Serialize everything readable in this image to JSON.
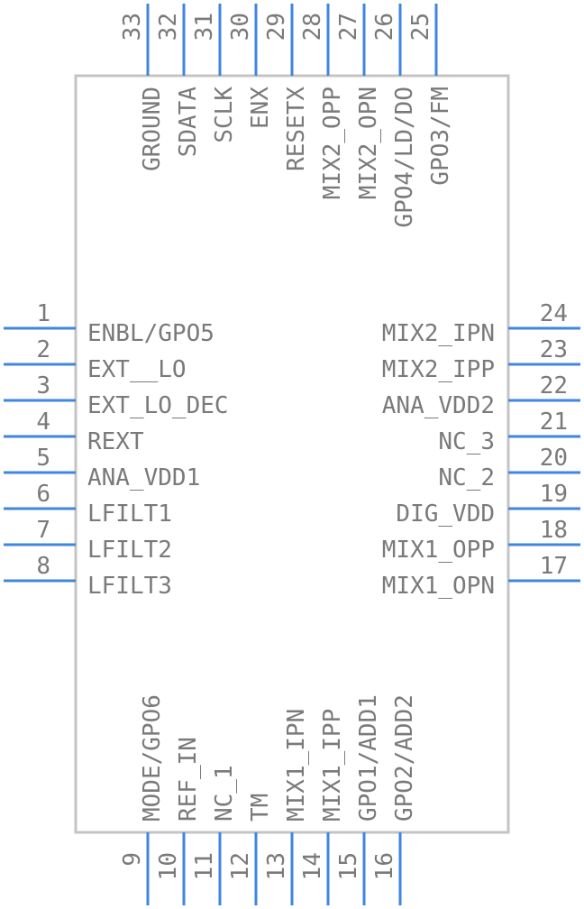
{
  "colors": {
    "body_stroke": "#c4c4c4",
    "pin": "#3f86e0",
    "text": "#7a7a7a"
  },
  "pins": {
    "left": [
      {
        "num": "1",
        "name": "ENBL/GPO5"
      },
      {
        "num": "2",
        "name": "EXT__LO"
      },
      {
        "num": "3",
        "name": "EXT_LO_DEC"
      },
      {
        "num": "4",
        "name": "REXT"
      },
      {
        "num": "5",
        "name": "ANA_VDD1"
      },
      {
        "num": "6",
        "name": "LFILT1"
      },
      {
        "num": "7",
        "name": "LFILT2"
      },
      {
        "num": "8",
        "name": "LFILT3"
      }
    ],
    "bottom": [
      {
        "num": "9",
        "name": "MODE/GPO6"
      },
      {
        "num": "10",
        "name": "REF_IN"
      },
      {
        "num": "11",
        "name": "NC_1"
      },
      {
        "num": "12",
        "name": "TM"
      },
      {
        "num": "13",
        "name": "MIX1_IPN"
      },
      {
        "num": "14",
        "name": "MIX1_IPP"
      },
      {
        "num": "15",
        "name": "GPO1/ADD1"
      },
      {
        "num": "16",
        "name": "GPO2/ADD2"
      }
    ],
    "right": [
      {
        "num": "17",
        "name": "MIX1_OPN"
      },
      {
        "num": "18",
        "name": "MIX1_OPP"
      },
      {
        "num": "19",
        "name": "DIG_VDD"
      },
      {
        "num": "20",
        "name": "NC_2"
      },
      {
        "num": "21",
        "name": "NC_3"
      },
      {
        "num": "22",
        "name": "ANA_VDD2"
      },
      {
        "num": "23",
        "name": "MIX2_IPP"
      },
      {
        "num": "24",
        "name": "MIX2_IPN"
      }
    ],
    "top": [
      {
        "num": "25",
        "name": "GPO3/FM"
      },
      {
        "num": "26",
        "name": "GPO4/LD/DO"
      },
      {
        "num": "27",
        "name": "MIX2_OPN"
      },
      {
        "num": "28",
        "name": "MIX2_OPP"
      },
      {
        "num": "29",
        "name": "RESETX"
      },
      {
        "num": "30",
        "name": "ENX"
      },
      {
        "num": "31",
        "name": "SCLK"
      },
      {
        "num": "32",
        "name": "SDATA"
      },
      {
        "num": "33",
        "name": "GROUND"
      }
    ]
  }
}
